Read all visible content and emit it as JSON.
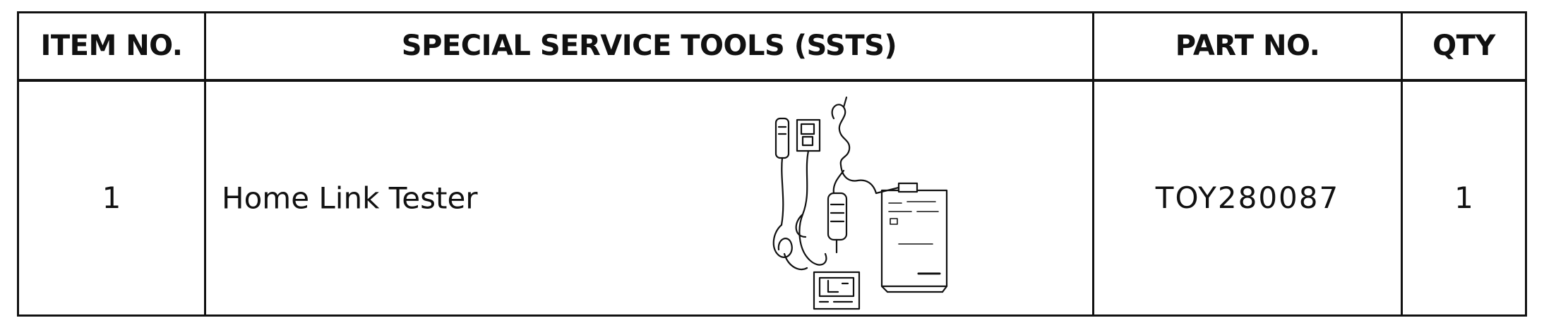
{
  "table": {
    "headers": {
      "item_no": "ITEM NO.",
      "tools": "SPECIAL SERVICE TOOLS (SSTS)",
      "part_no": "PART NO.",
      "qty": "QTY"
    },
    "rows": [
      {
        "item_no": "1",
        "tool_name": "Home Link Tester",
        "illustration": "home-link-tester-illustration",
        "part_no": "TOY280087",
        "qty": "1"
      }
    ]
  }
}
